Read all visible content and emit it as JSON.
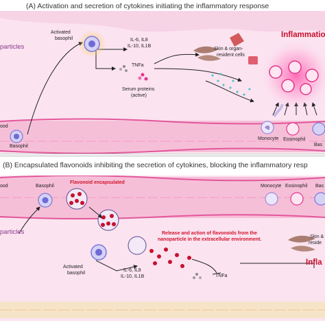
{
  "panel_a": {
    "title": "(A) Activation and secretion of cytokines initiating the inflammatory response",
    "nanoparticles": "particles",
    "activated_basophil": [
      "Activated",
      "basophil"
    ],
    "cytokines": [
      "IL-6, IL8",
      "IL-10, IL1B"
    ],
    "tnfa": "TNFa",
    "serum_proteins": [
      "Serum proteins",
      "(active)"
    ],
    "skin_cells": [
      "Skin & organ-",
      "resident cells"
    ],
    "inflammation": "Inflammation",
    "blood": "ood",
    "basophil": "Basophil",
    "monocyte": "Monocyte",
    "eosinophil": "Eosinophil",
    "basophil_cut": "Bas"
  },
  "panel_b": {
    "title": "(B) Encapsulated flavonoids inhibiting the secretion of cytokines, blocking the inflammatory resp",
    "blood": "ood",
    "basophil": "Basophil",
    "flavonoid_encapsulated": "Flavonoid encapsulated",
    "monocyte": "Monocyte",
    "eosinophil": "Eosinophil",
    "basophil_cut": "Bas",
    "nanoparticles": "particles",
    "release": [
      "Release and action of flavonoids from the",
      "nanoparticle in the extracellular environment."
    ],
    "skin_cells": [
      "Skin &",
      "reside"
    ],
    "inflammation": "Infla",
    "activated_basophil": [
      "Activated",
      "basophil"
    ],
    "cytokines": [
      "IL-6, IL8",
      "IL-10, IL1B"
    ],
    "tnfa": "TNFa"
  },
  "colors": {
    "panel_bg": "#fbe3f0",
    "vessel": "#f6bfd8",
    "vessel_wall": "#e2579a",
    "red": "#d0152b",
    "flavonoid": "#c8102e",
    "basophil": "#6f6ad6",
    "eosinophil": "#e3338a"
  }
}
